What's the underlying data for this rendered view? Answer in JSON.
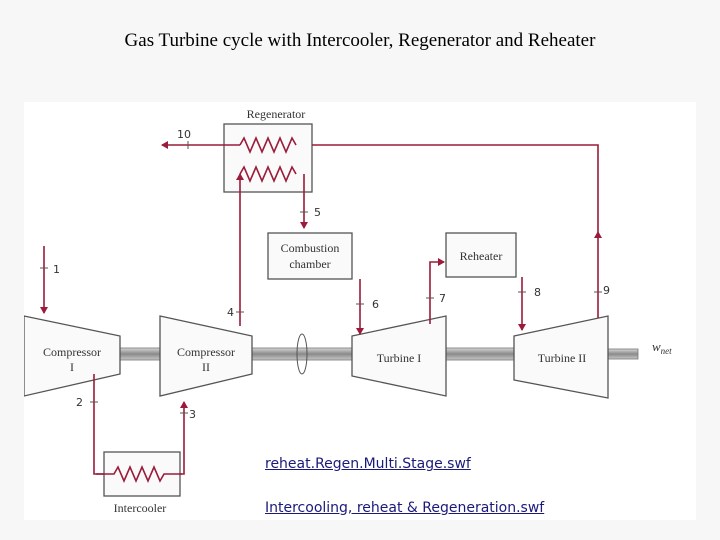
{
  "title": "Gas Turbine cycle with Intercooler, Regenerator and Reheater",
  "diagram": {
    "components": {
      "regenerator": "Regenerator",
      "combustion_line1": "Combustion",
      "combustion_line2": "chamber",
      "reheater": "Reheater",
      "compressor1_line1": "Compressor",
      "compressor1_line2": "I",
      "compressor2_line1": "Compressor",
      "compressor2_line2": "II",
      "turbine1": "Turbine I",
      "turbine2": "Turbine II",
      "intercooler": "Intercooler",
      "wnet_main": "w",
      "wnet_sub": "net"
    },
    "states": [
      "1",
      "2",
      "3",
      "4",
      "5",
      "6",
      "7",
      "8",
      "9",
      "10"
    ]
  },
  "links": [
    {
      "text": "reheat.Regen.Multi.Stage.swf"
    },
    {
      "text": "Intercooling, reheat & Regeneration.swf"
    }
  ],
  "colors": {
    "flow_line": "#9b1b3a",
    "component_stroke": "#555555",
    "link_color": "#1a1a7a"
  }
}
